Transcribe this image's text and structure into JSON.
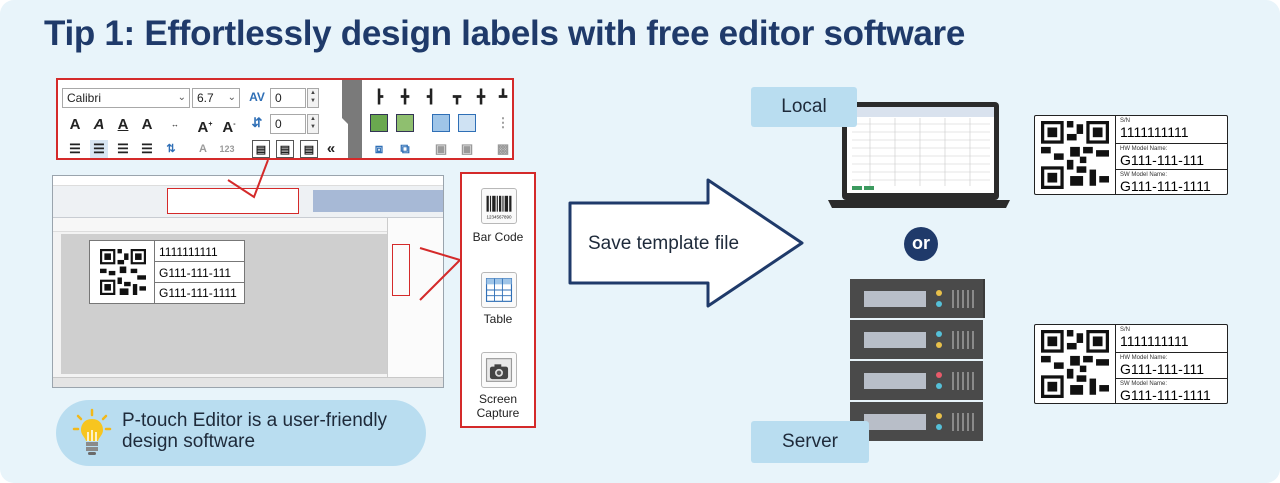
{
  "title": "Tip 1: Effortlessly design labels with free editor software",
  "toolbar": {
    "font_name": "Calibri",
    "font_size": "6.7",
    "char_spacing": "0",
    "line_spacing": "0",
    "collapse_glyph": "«"
  },
  "editor_label": {
    "line1": "1111111111",
    "line2": "G111-111-111",
    "line3": "G111-111-1111"
  },
  "objects_panel": {
    "items": [
      {
        "label": "Bar Code",
        "icon": "barcode-icon"
      },
      {
        "label": "Table",
        "icon": "table-icon"
      },
      {
        "label": "Screen\nCapture",
        "icon": "camera-icon"
      }
    ]
  },
  "info": {
    "text": "P-touch Editor is a user-friendly design software",
    "icon": "lightbulb-icon"
  },
  "arrow": {
    "text": "Save template file"
  },
  "local": {
    "label": "Local"
  },
  "server": {
    "label": "Server"
  },
  "or_label": "or",
  "label_cards": [
    {
      "sn_caption": "S/N",
      "sn_value": "1111111111",
      "hw_caption": "HW Model Name:",
      "hw_value": "G111-111-111",
      "sw_caption": "SW Model Name:",
      "sw_value": "G111-111-1111"
    },
    {
      "sn_caption": "S/N",
      "sn_value": "1111111111",
      "hw_caption": "HW Model Name:",
      "hw_value": "G111-111-111",
      "sw_caption": "SW Model Name:",
      "sw_value": "G111-111-1111"
    }
  ],
  "colors": {
    "background": "#e8f4fa",
    "title": "#1f3a6a",
    "highlight_border": "#d42a2a",
    "pill": "#b9ddf0",
    "or_badge": "#1f3a6a"
  }
}
